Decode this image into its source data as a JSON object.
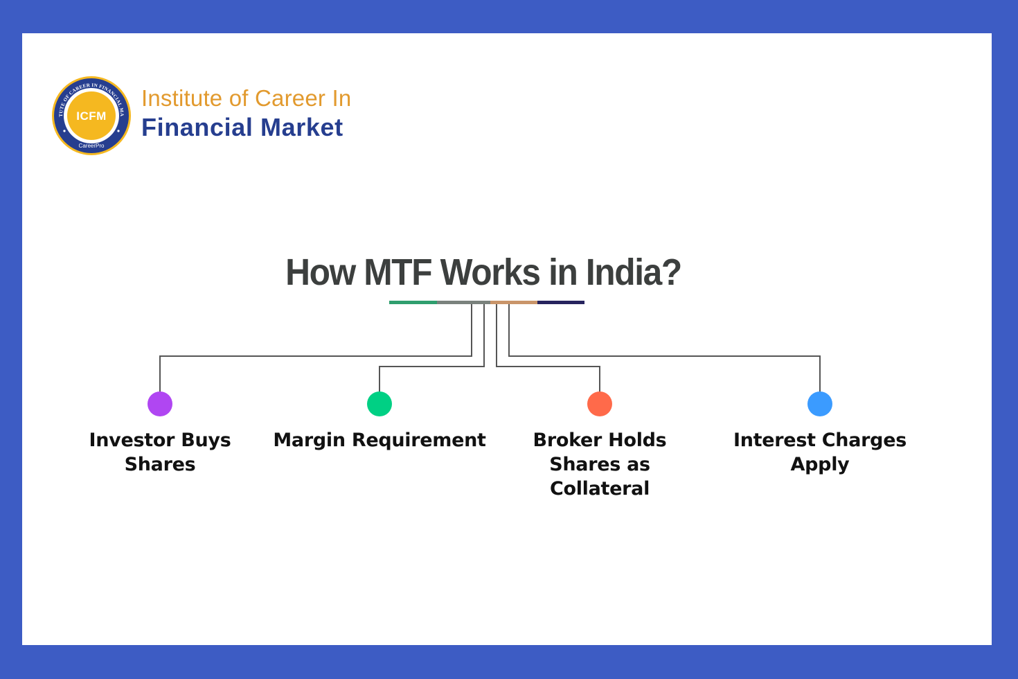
{
  "frame": {
    "border_color": "#3d5cc4",
    "panel_color": "#ffffff"
  },
  "logo": {
    "badge_text": "ICFM",
    "ring_text": "INSTITUTE OF CAREER IN FINANCIAL MARKET",
    "ring_subtext": "CareerPro",
    "brand_line1": "Institute of Career In",
    "brand_line2": "Financial Market",
    "colors": {
      "gold": "#f5b820",
      "navy": "#263e8f",
      "orange_text": "#e29a2e"
    }
  },
  "title": "How MTF Works in India?",
  "underline_segments": [
    {
      "color": "#2f9e6e"
    },
    {
      "color": "#7a827d"
    },
    {
      "color": "#c9956a"
    },
    {
      "color": "#27245e"
    }
  ],
  "steps": [
    {
      "label_lines": [
        "Investor Buys",
        "Shares"
      ],
      "color": "#b046f2"
    },
    {
      "label_lines": [
        "Margin Requirement"
      ],
      "color": "#00d084"
    },
    {
      "label_lines": [
        "Broker Holds",
        "Shares as",
        "Collateral"
      ],
      "color": "#ff6a4a"
    },
    {
      "label_lines": [
        "Interest Charges",
        "Apply"
      ],
      "color": "#3b9bff"
    }
  ],
  "connector_color": "#555555"
}
